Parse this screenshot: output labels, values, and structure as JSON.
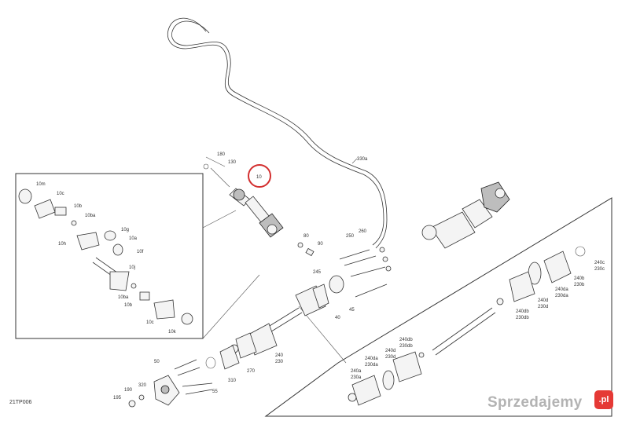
{
  "diagram": {
    "code": "21TP006",
    "highlight_label": "10",
    "callouts": {
      "c330a": "330a",
      "c180": "180",
      "c130": "130",
      "c10": "10",
      "c250": "250",
      "c260": "260",
      "c80": "80",
      "c90": "90",
      "c245": "245",
      "c45": "45",
      "c40": "40",
      "c240": "240",
      "c230": "230",
      "c270": "270",
      "c310": "310",
      "c50": "50",
      "c320": "320",
      "c55": "55",
      "c190": "190",
      "c195": "195",
      "c10m": "10m",
      "c10c_a": "10c",
      "c10b_a": "10b",
      "c10ba_a": "10ba",
      "c10g": "10g",
      "c10a": "10a",
      "c10h": "10h",
      "c10f": "10f",
      "c10j": "10j",
      "c10ba_b": "10ba",
      "c10b_b": "10b",
      "c10c_b": "10c",
      "c10k": "10k",
      "c240c": "240c",
      "c230c": "230c",
      "c240b": "240b",
      "c230b": "230b",
      "c240da_a": "240da",
      "c230da_a": "230da",
      "c240d_a": "240d",
      "c230d_a": "230d",
      "c240db_a": "240db",
      "c230db_a": "230db",
      "c240db_b": "240db",
      "c230db_b": "230db",
      "c240d_b": "240d",
      "c230d_b": "230d",
      "c240da_b": "240da",
      "c230da_b": "230da",
      "c240a": "240a",
      "c230a": "230a"
    }
  },
  "watermark": {
    "text": "Sprzedajemy",
    "badge": ".pl",
    "color": "#9a9a9a",
    "badge_color": "#e53935"
  },
  "highlight_color": "#d32f2f"
}
